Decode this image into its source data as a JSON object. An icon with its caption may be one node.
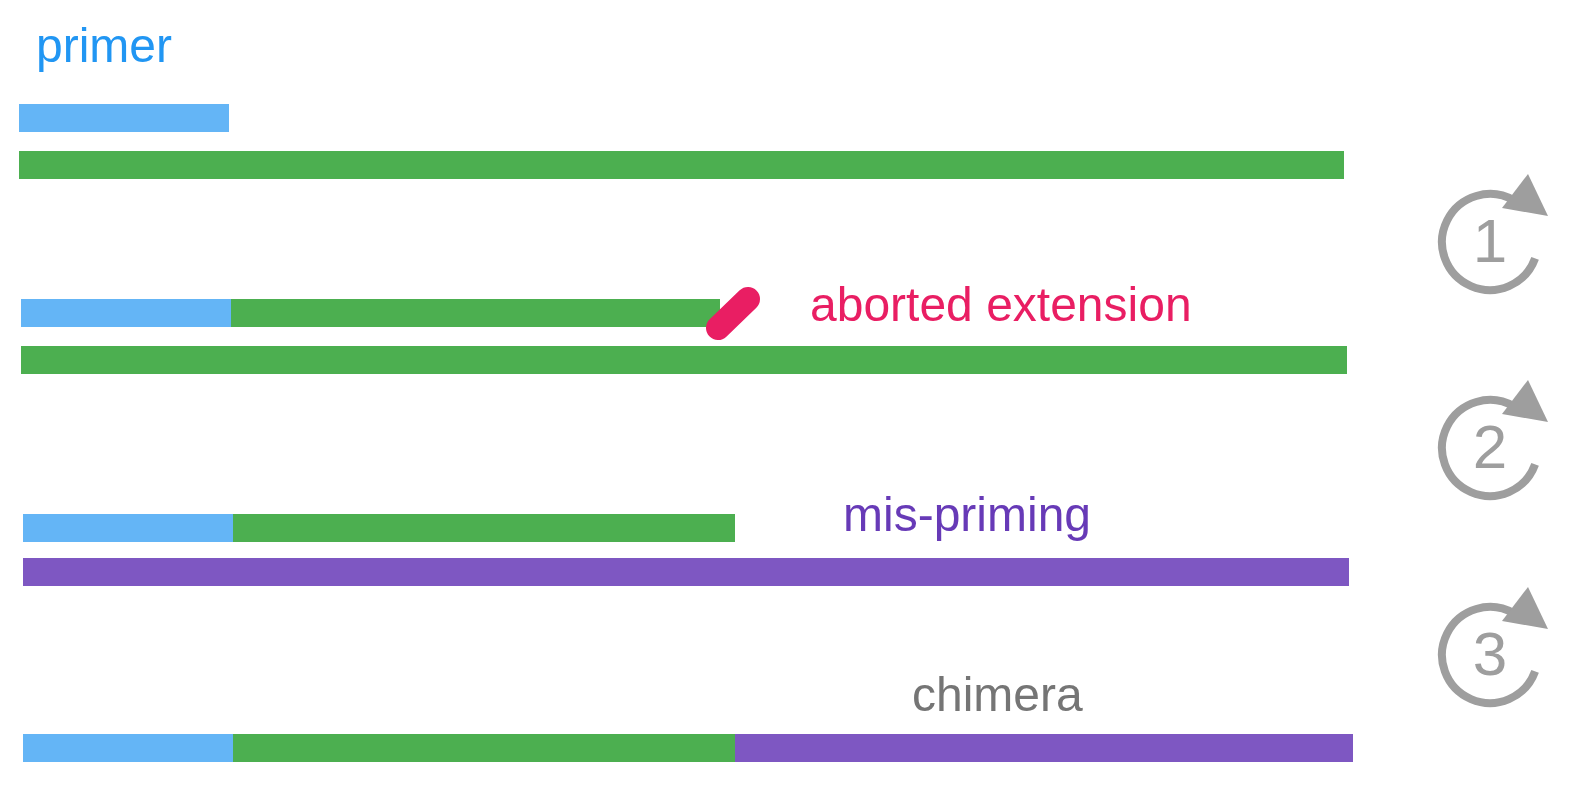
{
  "diagram": {
    "nodes": [
      {
        "text": [
          "1"
        ]
      },
      {
        "text": [
          "2"
        ]
      },
      {
        "text": [
          "3"
        ]
      }
    ],
    "labels": [
      "primer",
      "aborted extension",
      "mis-priming",
      "chimera"
    ]
  }
}
